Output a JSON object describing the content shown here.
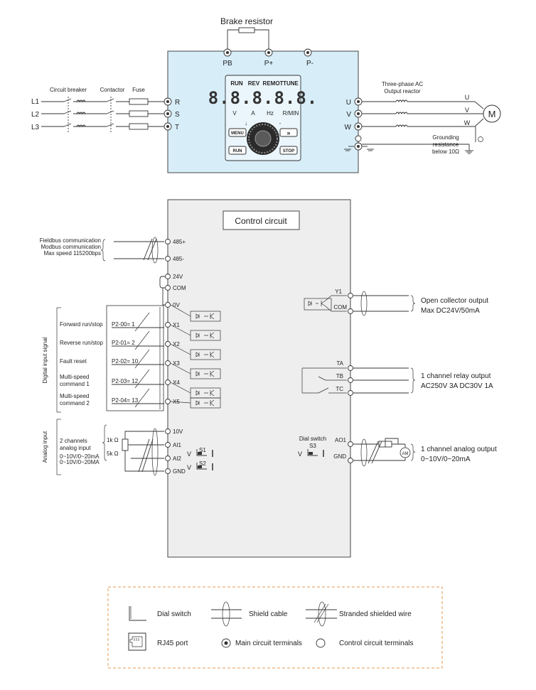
{
  "main": {
    "brake_resistor": "Brake resistor",
    "dc_terminals": [
      "PB",
      "P+",
      "P-"
    ],
    "input_lines": [
      "L1",
      "L2",
      "L3"
    ],
    "input_terminals": [
      "R",
      "S",
      "T"
    ],
    "circuit_breaker": "Circuit breaker",
    "contactor": "Contactor",
    "fuse": "Fuse",
    "output_terminals": [
      "U",
      "V",
      "W"
    ],
    "motor_phase_labels": [
      "U",
      "V",
      "W"
    ],
    "motor_symbol": "M",
    "reactor_line1": "Three-phase AC",
    "reactor_line2": "Output reactor",
    "grounding": [
      "Grounding",
      "resistance",
      "below 10Ω"
    ],
    "keypad": {
      "indicators": [
        "RUN",
        "REV",
        "REMOT",
        "TUNE"
      ],
      "display": "8.8.8.8.8.",
      "units": [
        "V",
        "A",
        "Hz",
        "R/MIN"
      ],
      "buttons": [
        "MENU",
        "»",
        "RUN",
        "STOP"
      ]
    }
  },
  "control": {
    "title": "Control circuit",
    "comm_lines": [
      "Fieldbus communication",
      "Modbus communication",
      "Max speed 115200bps"
    ],
    "comm_terminals": [
      "485+",
      "485-"
    ],
    "power_terminals": [
      "24V",
      "COM",
      "0V"
    ],
    "digital_group_label": "Digital input signal",
    "digital_inputs": [
      {
        "func": "Forward run/stop",
        "param": "P2-00= 1",
        "terminal": "X1"
      },
      {
        "func": "Reverse run/stop",
        "param": "P2-01= 2",
        "terminal": "X2"
      },
      {
        "func": "Fault reset",
        "param": "P2-02= 10",
        "terminal": "X3"
      },
      {
        "func": "Multi-speed",
        "func2": "command 1",
        "param": "P2-03= 12",
        "terminal": "X4"
      },
      {
        "func": "Multi-speed",
        "func2": "command 2",
        "param": "P2-04= 13",
        "terminal": "X5"
      }
    ],
    "analog_group_label": "Analog input",
    "analog_desc": [
      "2 channels",
      "analog input",
      "0~10V/0~20mA",
      "0~10V/0~20MA"
    ],
    "pot_labels": [
      "1k Ω",
      "5k Ω"
    ],
    "analog_terminals": [
      "10V",
      "AI1",
      "AI2",
      "GND"
    ],
    "analog_switches": [
      {
        "v": "V",
        "name": "S1"
      },
      {
        "v": "V",
        "name": "S2"
      }
    ],
    "oc_terminals": [
      "Y1",
      "COM"
    ],
    "oc_desc": [
      "Open collector output",
      "Max DC24V/50mA"
    ],
    "relay_terminals": [
      "TA",
      "TB",
      "TC"
    ],
    "relay_desc": [
      "1 channel relay output",
      "AC250V 3A DC30V 1A"
    ],
    "ao_switch": [
      "Dial switch",
      "S3",
      "V"
    ],
    "ao_terminals": [
      "AO1",
      "GND"
    ],
    "ao_desc": [
      "1 channel analog output",
      "0~10V/0~20mA"
    ],
    "am_meter": "AM"
  },
  "legend": {
    "dial_switch": "Dial switch",
    "shield_cable": "Shield cable",
    "stranded_wire": "Stranded shielded wire",
    "rj45": "RJ45 port",
    "main_terminals": "Main circuit terminals",
    "control_terminals": "Control circuit terminals"
  },
  "colors": {
    "panel_blue": "#d7eef9",
    "control_gray": "#eeeeee",
    "legend_border": "#e59a52"
  }
}
